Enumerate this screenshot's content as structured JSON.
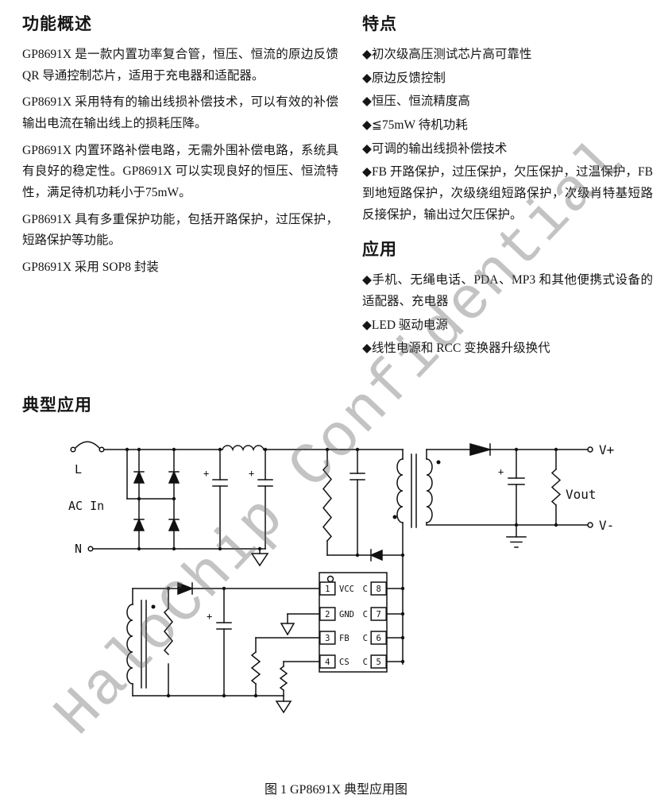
{
  "overview": {
    "title": "功能概述",
    "paragraphs": [
      "GP8691X 是一款内置功率复合管，恒压、恒流的原边反馈 QR 导通控制芯片，适用于充电器和适配器。",
      "GP8691X 采用特有的输出线损补偿技术，可以有效的补偿输出电流在输出线上的损耗压降。",
      "GP8691X 内置环路补偿电路，无需外围补偿电路，系统具有良好的稳定性。GP8691X 可以实现良好的恒压、恒流特性，满足待机功耗小于75mW。",
      "GP8691X 具有多重保护功能，包括开路保护，过压保护，短路保护等功能。",
      "GP8691X 采用 SOP8 封装"
    ]
  },
  "features": {
    "title": "特点",
    "items": [
      "◆初次级高压测试芯片高可靠性",
      "◆原边反馈控制",
      "◆恒压、恒流精度高",
      "◆≦75mW 待机功耗",
      "◆可调的输出线损补偿技术",
      "◆FB 开路保护，过压保护，欠压保护，过温保护，FB 到地短路保护，次级绕组短路保护，次级肖特基短路反接保护，输出过欠压保护。"
    ]
  },
  "applications": {
    "title": "应用",
    "items": [
      "◆手机、无绳电话、PDA、MP3 和其他便携式设备的适配器、充电器",
      "◆LED 驱动电源",
      "◆线性电源和 RCC 变换器升级换代"
    ]
  },
  "typical": {
    "title": "典型应用"
  },
  "caption": "图 1  GP8691X 典型应用图",
  "watermark": "HaloChip Confidential",
  "diagram": {
    "plus": "+",
    "labels": {
      "l": "L",
      "ac_in": "AC In",
      "n": "N",
      "vplus": "V+",
      "vout": "Vout",
      "vminus": "V-"
    },
    "ic": {
      "left_pins": [
        {
          "num": "1",
          "label": "VCC"
        },
        {
          "num": "2",
          "label": "GND"
        },
        {
          "num": "3",
          "label": "FB"
        },
        {
          "num": "4",
          "label": "CS"
        }
      ],
      "right_pins": [
        {
          "num": "8",
          "label": "C"
        },
        {
          "num": "7",
          "label": "C"
        },
        {
          "num": "6",
          "label": "C"
        },
        {
          "num": "5",
          "label": "C"
        }
      ]
    }
  }
}
